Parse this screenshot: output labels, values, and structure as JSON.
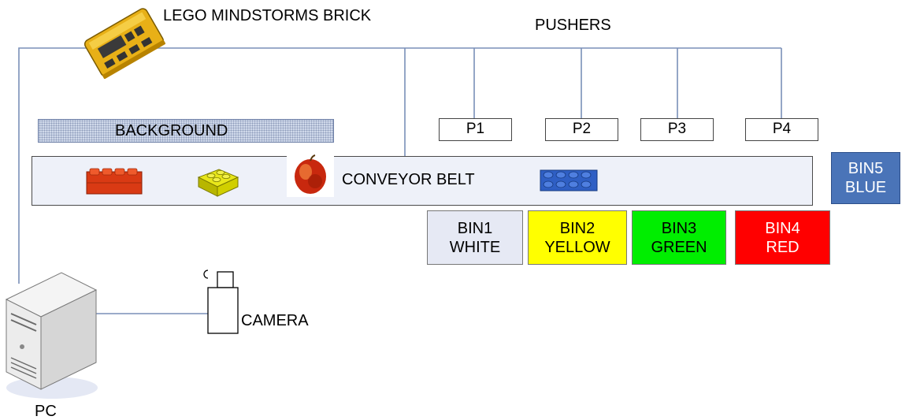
{
  "labels": {
    "brick": "LEGO MINDSTORMS BRICK",
    "pushers": "PUSHERS",
    "background": "BACKGROUND",
    "conveyor": "CONVEYOR BELT",
    "camera": "CAMERA",
    "pc": "PC"
  },
  "pushers": [
    {
      "label": "P1"
    },
    {
      "label": "P2"
    },
    {
      "label": "P3"
    },
    {
      "label": "P4"
    }
  ],
  "bins": [
    {
      "line1": "BIN1",
      "line2": "WHITE",
      "color": "#e6e9f4",
      "text_color": "#000000"
    },
    {
      "line1": "BIN2",
      "line2": "YELLOW",
      "color": "#ffff00",
      "text_color": "#000000"
    },
    {
      "line1": "BIN3",
      "line2": "GREEN",
      "color": "#00ee00",
      "text_color": "#000000"
    },
    {
      "line1": "BIN4",
      "line2": "RED",
      "color": "#ff0000",
      "text_color": "#ffffff"
    },
    {
      "line1": "BIN5",
      "line2": "BLUE",
      "color": "#4a74b8",
      "text_color": "#ffffff"
    }
  ],
  "objects": [
    {
      "icon": "red-lego-brick-icon"
    },
    {
      "icon": "yellow-lego-brick-icon"
    },
    {
      "icon": "red-apple-icon"
    },
    {
      "icon": "blue-lego-brick-icon"
    }
  ],
  "colors": {
    "wire": "#7a8fb8",
    "belt_fill": "#eef1f9",
    "background_strip": "#cfd8ea"
  }
}
